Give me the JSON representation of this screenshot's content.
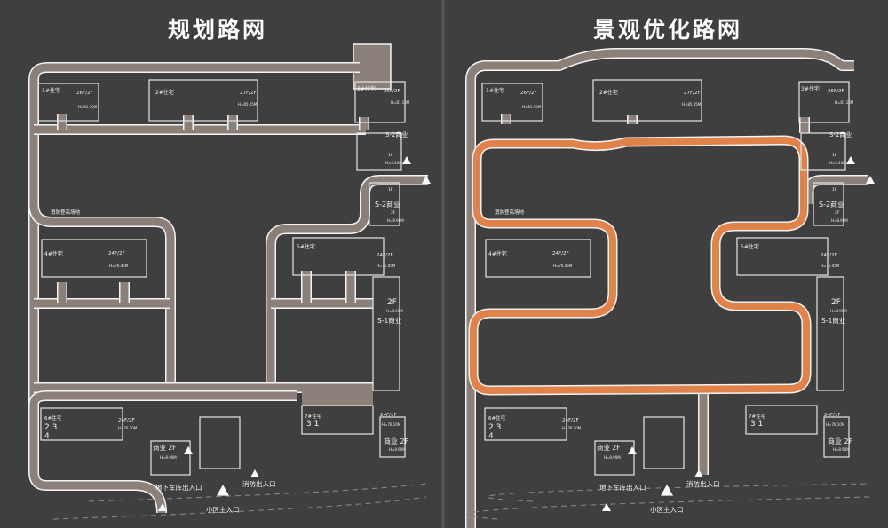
{
  "panels": [
    {
      "title": "规划路网"
    },
    {
      "title": "景观优化路网"
    }
  ],
  "colors": {
    "background": "#3f3f3f",
    "road": "#8b8079",
    "road_edge": "#f4f4f4",
    "landscape_loop": "#e2824b",
    "divider": "#5a5a5a"
  },
  "labels": {
    "b1": "1#住宅",
    "b1f": "26F/2F",
    "b1h": "H=81.10M",
    "b2": "2#住宅",
    "b2f": "27F/2F",
    "b2h": "H=85.05M",
    "b3": "3#住宅",
    "b3f": "26F/2F",
    "b3h": "H=81.10M",
    "s2a": "S-2商业",
    "s2a1f": "1F",
    "s2ah": "H=5.20M",
    "s2b1f": "1F",
    "s2b": "S-2商业",
    "s2b2f": "2F",
    "s2bh": "H=8.90M",
    "b4": "4#住宅",
    "b4f": "24F/2F",
    "b4h": "H=76.45M",
    "b5": "5#住宅",
    "b5f": "24F/2F",
    "b5h": "H=76.45M",
    "s1f": "2F",
    "s1h": "H=8.90M",
    "s1": "S-1商业",
    "b6": "6#住宅",
    "b6n1": "2 3",
    "b6n2": "4",
    "b6f": "24F/2F",
    "b6h": "H=76.10M",
    "c1": "商业 2F",
    "c1h": "H=8.90M",
    "b7": "7#住宅",
    "b7n": "3 1",
    "b7f": "24F/1F",
    "b7h": "H=76.10M",
    "c2": "商业 2F",
    "c2h": "H=8.90M",
    "fire": "地下车库出入口",
    "garage": "消防出入口",
    "main": "小区主入口",
    "lot": "消防登高场地"
  }
}
